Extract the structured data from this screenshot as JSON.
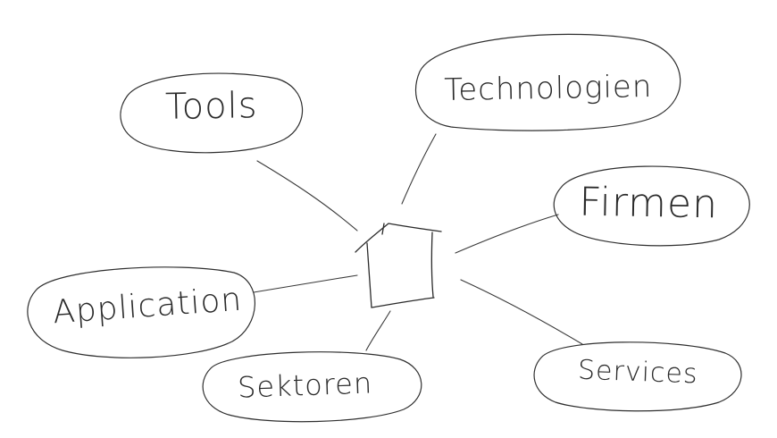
{
  "nodes": {
    "tools": "Tools",
    "technologien": "Technologien",
    "firmen": "Firmen",
    "application": "Application",
    "sektoren": "Sektoren",
    "services": "Services"
  }
}
